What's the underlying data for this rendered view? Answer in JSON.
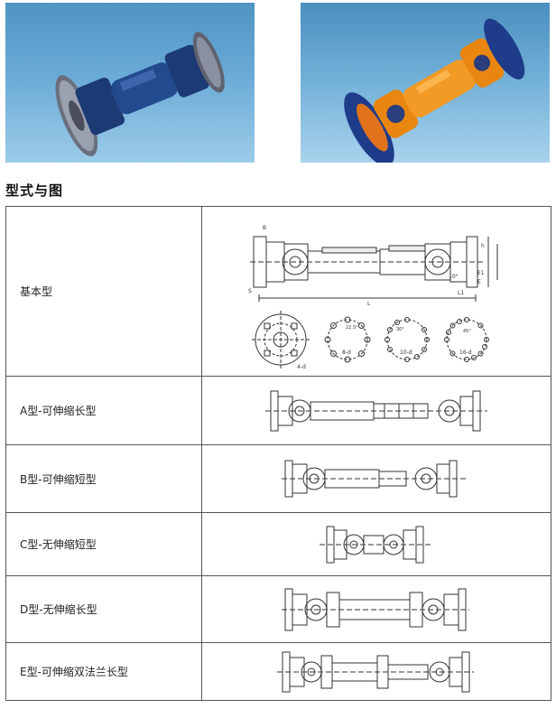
{
  "section_heading": "型式与图",
  "images": {
    "left_photo": "universal-joint-shaft-blue-photo",
    "right_photo": "universal-joint-shaft-orange-photo"
  },
  "rows": [
    {
      "label": "基本型",
      "drawing": "basic-type-dimension-drawing"
    },
    {
      "label": "A型-可伸缩长型",
      "drawing": "type-a-telescopic-long-drawing"
    },
    {
      "label": "B型-可伸缩短型",
      "drawing": "type-b-telescopic-short-drawing"
    },
    {
      "label": "C型-无伸缩短型",
      "drawing": "type-c-fixed-short-drawing"
    },
    {
      "label": "D型-无伸缩长型",
      "drawing": "type-d-fixed-long-drawing"
    },
    {
      "label": "E型-可伸缩双法兰长型",
      "drawing": "type-e-telescopic-double-flange-long-drawing"
    }
  ],
  "basic_drawing_labels": {
    "l": "L",
    "l1": "L1",
    "s": "S",
    "e": "E",
    "e1": "E1",
    "b": "B",
    "h": "h",
    "angle_10": "10°",
    "angle_45": "45°",
    "angle_22": "22.5°",
    "angle_30": "30°",
    "hole_8": "8-d",
    "hole_10": "10-d",
    "hole_16": "16-d",
    "hole_4": "4-d"
  },
  "colors": {
    "border": "#555555",
    "line": "#333333",
    "blue_shaft": "#1f3f78",
    "orange_shaft": "#e8860f"
  }
}
